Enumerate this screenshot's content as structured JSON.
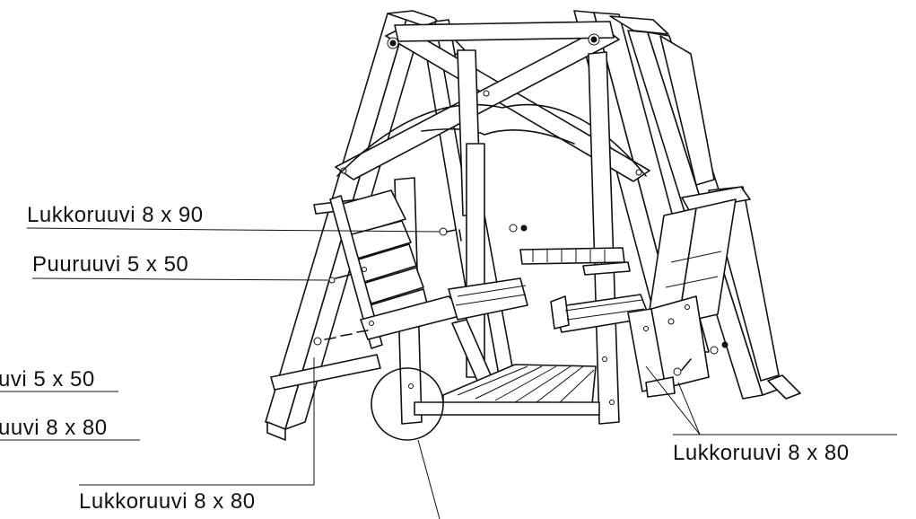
{
  "labels": {
    "lukkoruuvi_8x90": "Lukkoruuvi 8 x 90",
    "puuruuvi_5x50_top": "Puuruuvi 5 x 50",
    "puuruuvi_5x50_cut": "uvi 5 x 50",
    "lukkoruuvi_8x80_cut": "uuvi 8 x 80",
    "lukkoruuvi_8x80_bottom": "Lukkoruuvi 8 x 80",
    "lukkoruuvi_8x80_right": "Lukkoruuvi 8 x 80"
  },
  "colors": {
    "ink": "#111111",
    "paper": "#ffffff"
  }
}
